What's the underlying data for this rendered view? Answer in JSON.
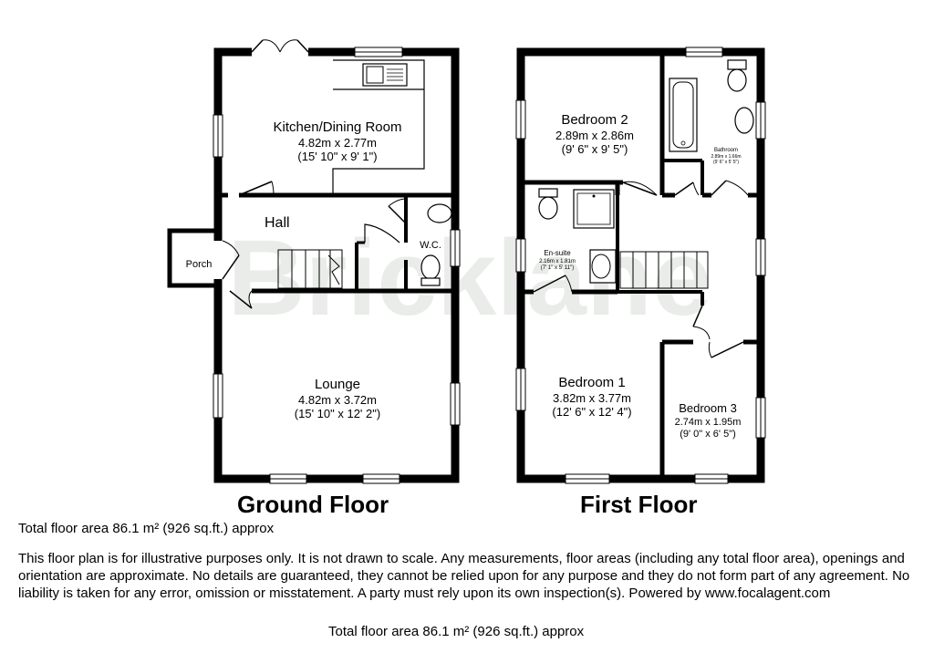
{
  "watermark": "Bricklane",
  "ground_floor": {
    "title": "Ground Floor",
    "rooms": {
      "kitchen": {
        "name": "Kitchen/Dining Room",
        "metric": "4.82m x 2.77m",
        "imperial": "(15' 10\" x 9' 1\")"
      },
      "hall": {
        "name": "Hall"
      },
      "wc": {
        "name": "W.C."
      },
      "porch": {
        "name": "Porch"
      },
      "lounge": {
        "name": "Lounge",
        "metric": "4.82m x 3.72m",
        "imperial": "(15' 10\" x 12' 2\")"
      }
    }
  },
  "first_floor": {
    "title": "First Floor",
    "rooms": {
      "bedroom2": {
        "name": "Bedroom 2",
        "metric": "2.89m x 2.86m",
        "imperial": "(9' 6\" x 9' 5\")"
      },
      "bathroom": {
        "name": "Bathroom",
        "metric": "2.89m x 1.66m",
        "imperial": "(9' 6\" x 5' 5\")"
      },
      "ensuite": {
        "name": "En-suite",
        "metric": "2.16m x 1.81m",
        "imperial": "(7' 1\" x 5' 11\")"
      },
      "bedroom1": {
        "name": "Bedroom 1",
        "metric": "3.82m x 3.77m",
        "imperial": "(12' 6\" x 12' 4\")"
      },
      "bedroom3": {
        "name": "Bedroom 3",
        "metric": "2.74m x 1.95m",
        "imperial": "(9' 0\" x 6' 5\")"
      }
    }
  },
  "total_area_top": "Total floor area 86.1 m² (926 sq.ft.) approx",
  "disclaimer": "This floor plan is for illustrative purposes only. It is not drawn to scale. Any measurements, floor areas (including any total floor area), openings and orientation are approximate. No details are guaranteed, they cannot be relied upon for any purpose and they do not form part of any agreement. No liability is taken for any error, omission or misstatement. A party must rely upon its own inspection(s). Powered by www.focalagent.com",
  "total_area_bottom": "Total floor area 86.1 m² (926 sq.ft.) approx"
}
